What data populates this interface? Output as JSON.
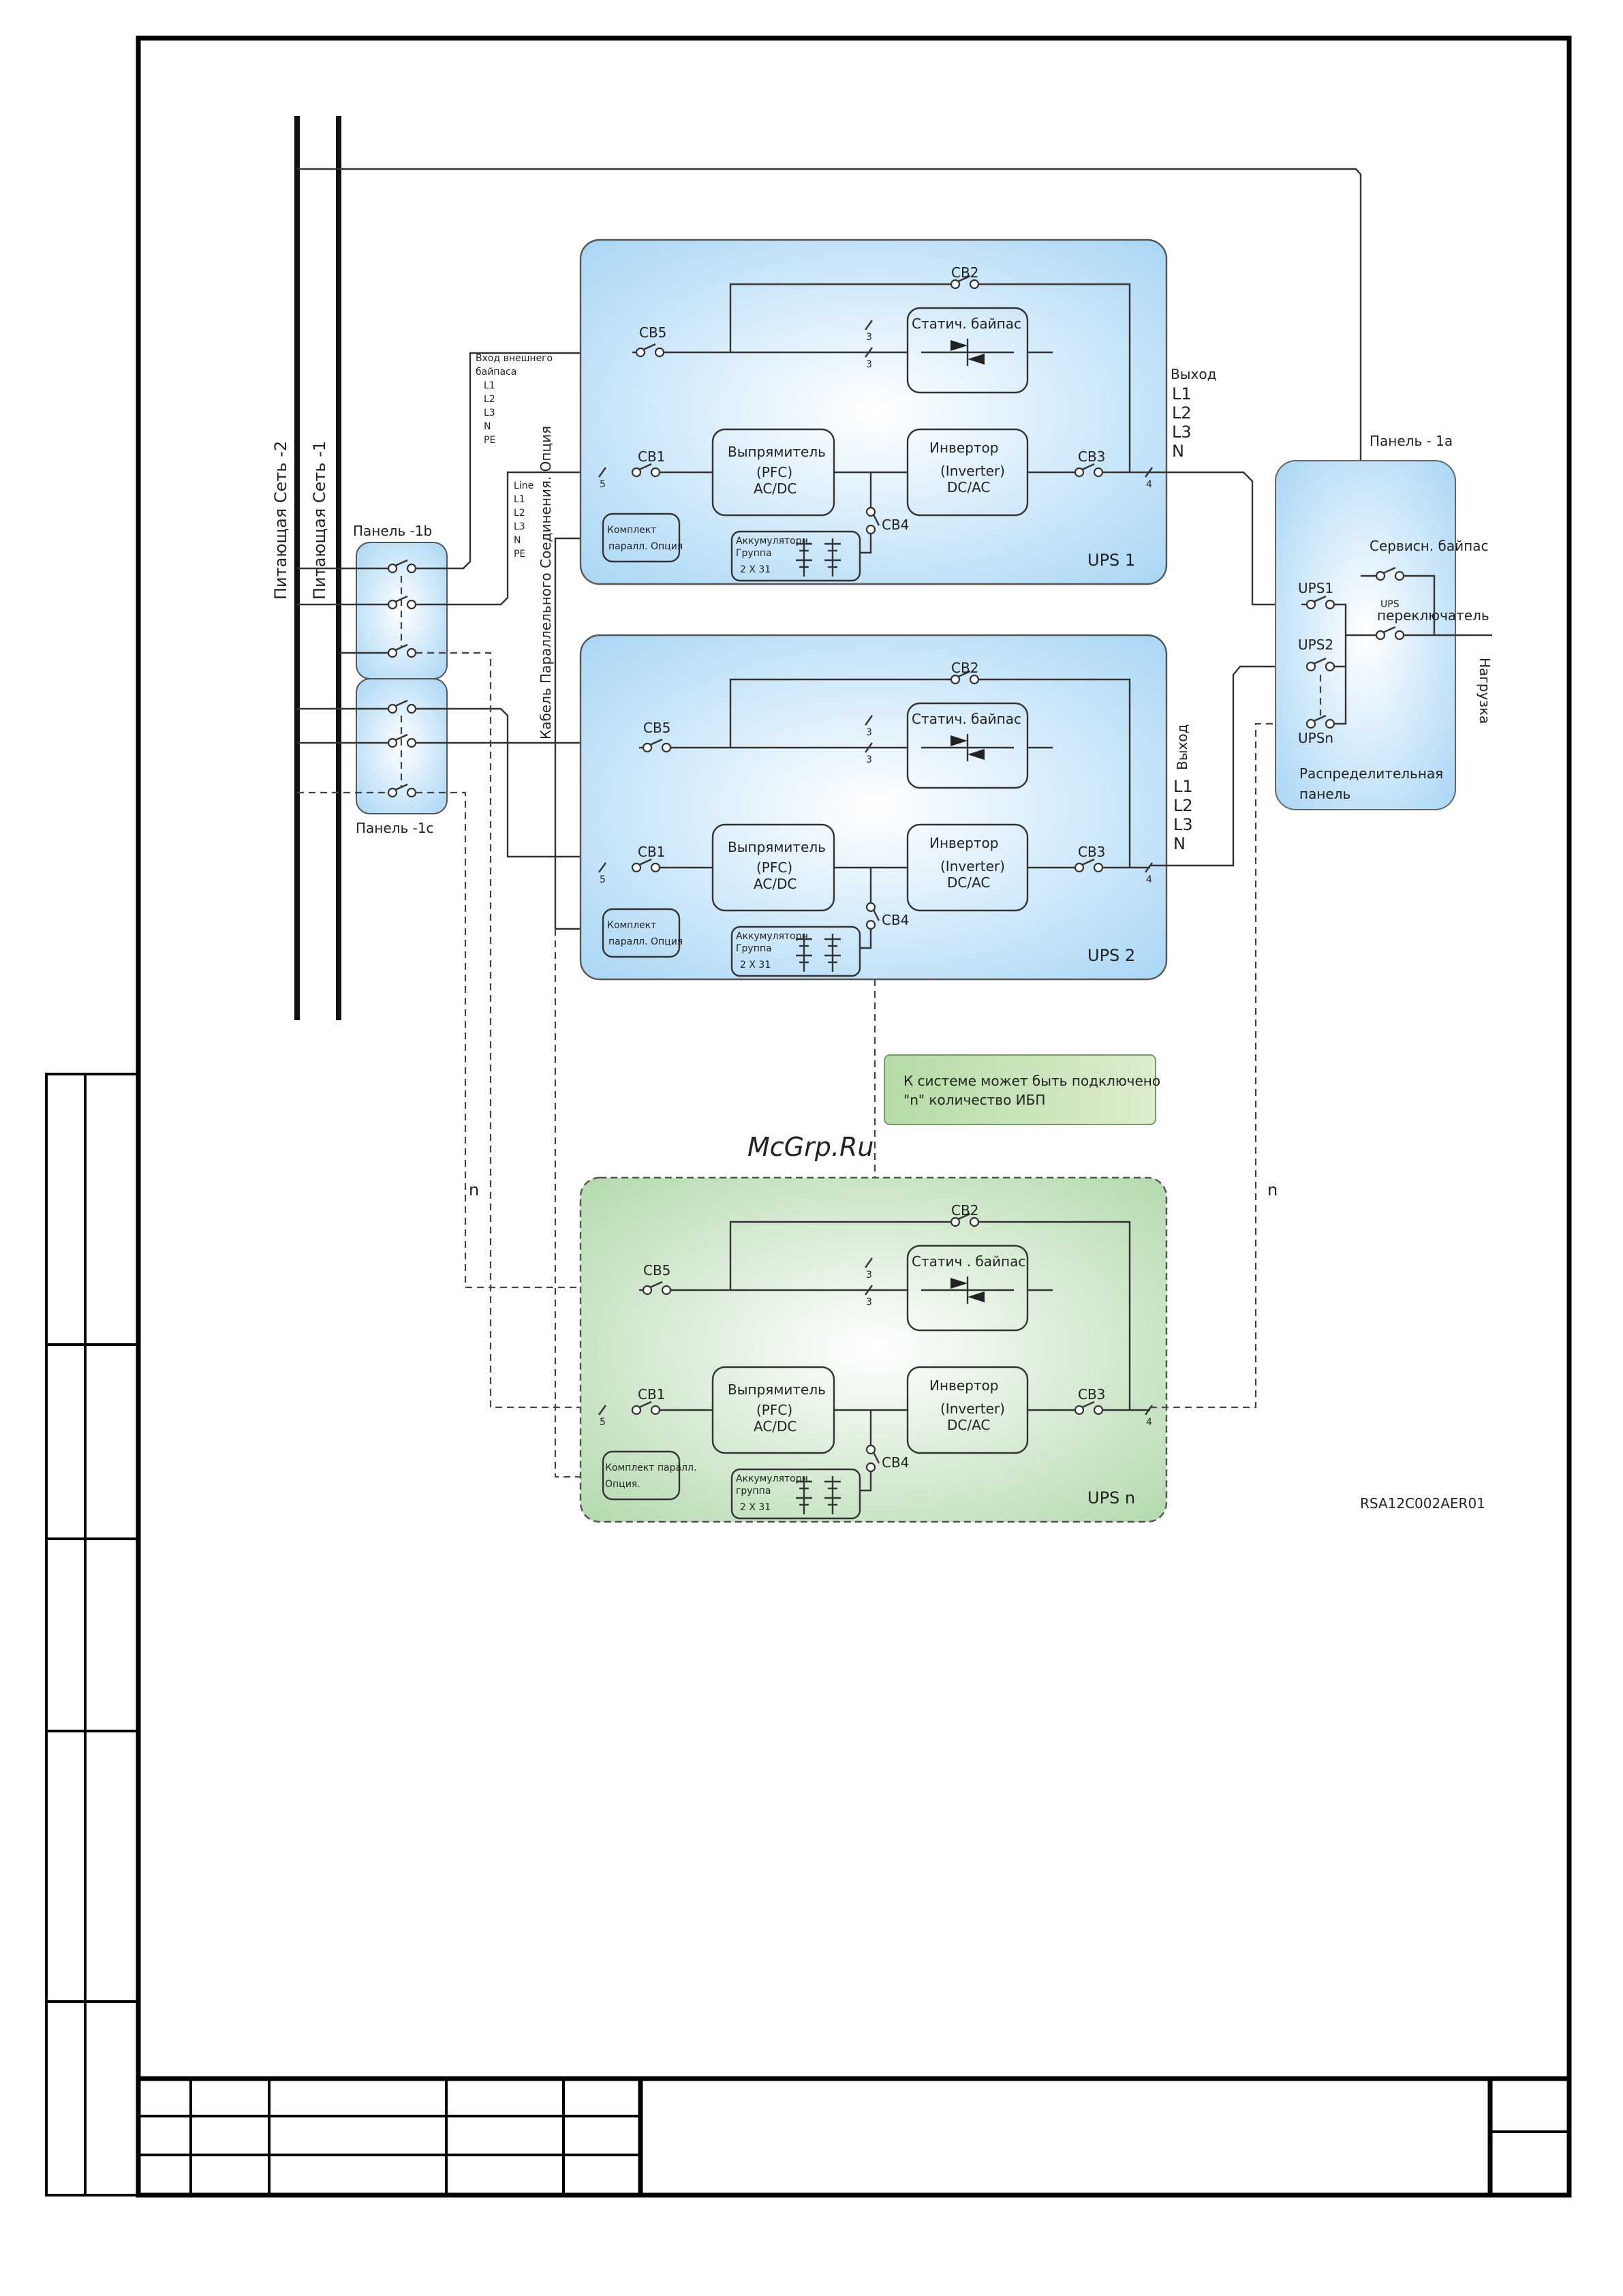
{
  "grid": {
    "feed1": "Питающая Сеть  -1",
    "feed2": "Питающая Сеть  -2",
    "panel_1b": "Панель  -1b",
    "panel_1c": "Панель  -1c",
    "panel_1a": "Панель  - 1a",
    "ext_bypass_input": [
      "Вход  внешнего",
      "байпаса",
      "L1",
      "L2",
      "L3",
      "N",
      "PE"
    ],
    "line_input": [
      "Line",
      "L1",
      "L2",
      "L3",
      "N",
      "PE"
    ],
    "parallel_cable": "Кабель Параллельного Соединения. Опция"
  },
  "ups_units": [
    {
      "name": "UPS 1",
      "color": "#a9d6f5",
      "cb1": "CB1",
      "cb2": "CB2",
      "cb3": "CB3",
      "cb4": "CB4",
      "cb5": "CB5",
      "static_bypass": "Статич. байпас",
      "rectifier": [
        "Выпрямитель",
        "(PFC)",
        "AC/DC"
      ],
      "inverter": [
        "Инвертор",
        "(Inverter)",
        "DC/AC"
      ],
      "kit": [
        "Комплект",
        "паралл. Опция"
      ],
      "battery": [
        "Аккумуляторн.",
        "Группа",
        "2 X 31"
      ],
      "output": [
        "Выход",
        "L1",
        "L2",
        "L3",
        "N"
      ],
      "wire_counts": [
        "5",
        "3",
        "3",
        "4"
      ]
    },
    {
      "name": "UPS 2",
      "color": "#a9d6f5",
      "cb1": "CB1",
      "cb2": "CB2",
      "cb3": "CB3",
      "cb4": "CB4",
      "cb5": "CB5",
      "static_bypass": "Статич. байпас",
      "rectifier": [
        "Выпрямитель",
        "(PFC)",
        "AC/DC"
      ],
      "inverter": [
        "Инвертор",
        "(Inverter)",
        "DC/AC"
      ],
      "kit": [
        "Комплект",
        "паралл. Опция"
      ],
      "battery": [
        "Аккумуляторн.",
        "Группа",
        "2 X 31"
      ],
      "output": [
        "Выход",
        "L1",
        "L2",
        "L3",
        "N"
      ],
      "wire_counts": [
        "5",
        "3",
        "3",
        "4"
      ]
    },
    {
      "name": "UPS n",
      "color": "#b4d9ae",
      "cb1": "CB1",
      "cb2": "CB2",
      "cb3": "CB3",
      "cb4": "CB4",
      "cb5": "CB5",
      "static_bypass": "Статич . байпас",
      "rectifier": [
        "Выпрямитель",
        "(PFC)",
        "AC/DC"
      ],
      "inverter": [
        "Инвертор",
        "(Inverter)",
        "DC/AC"
      ],
      "kit": [
        "Комплект паралл.",
        "Опция."
      ],
      "battery": [
        "Аккумуляторн.",
        "группа",
        "2 X 31"
      ],
      "output": [],
      "wire_counts": [
        "5",
        "3",
        "3",
        "4"
      ]
    }
  ],
  "distribution": {
    "service_bypass": "Сервисн. байпас",
    "ups_switch": [
      "UPS",
      "переключатель"
    ],
    "ups1": "UPS1",
    "ups2": "UPS2",
    "upsn": "UPSn",
    "panel_name": [
      "Распределительная",
      "панель"
    ],
    "load": "Нагрузка"
  },
  "note": [
    "К системе может быть подключено",
    "\"n\" количество ИБП"
  ],
  "n_label": "n",
  "watermark": "McGrp.Ru",
  "drawing_code": "RSA12C002AER01",
  "colors": {
    "ups_blue": "#a9d6f5",
    "ups_green": "#b4d9ae",
    "note_green": "#c8e3b6",
    "watermark_red": "#c0302a"
  }
}
